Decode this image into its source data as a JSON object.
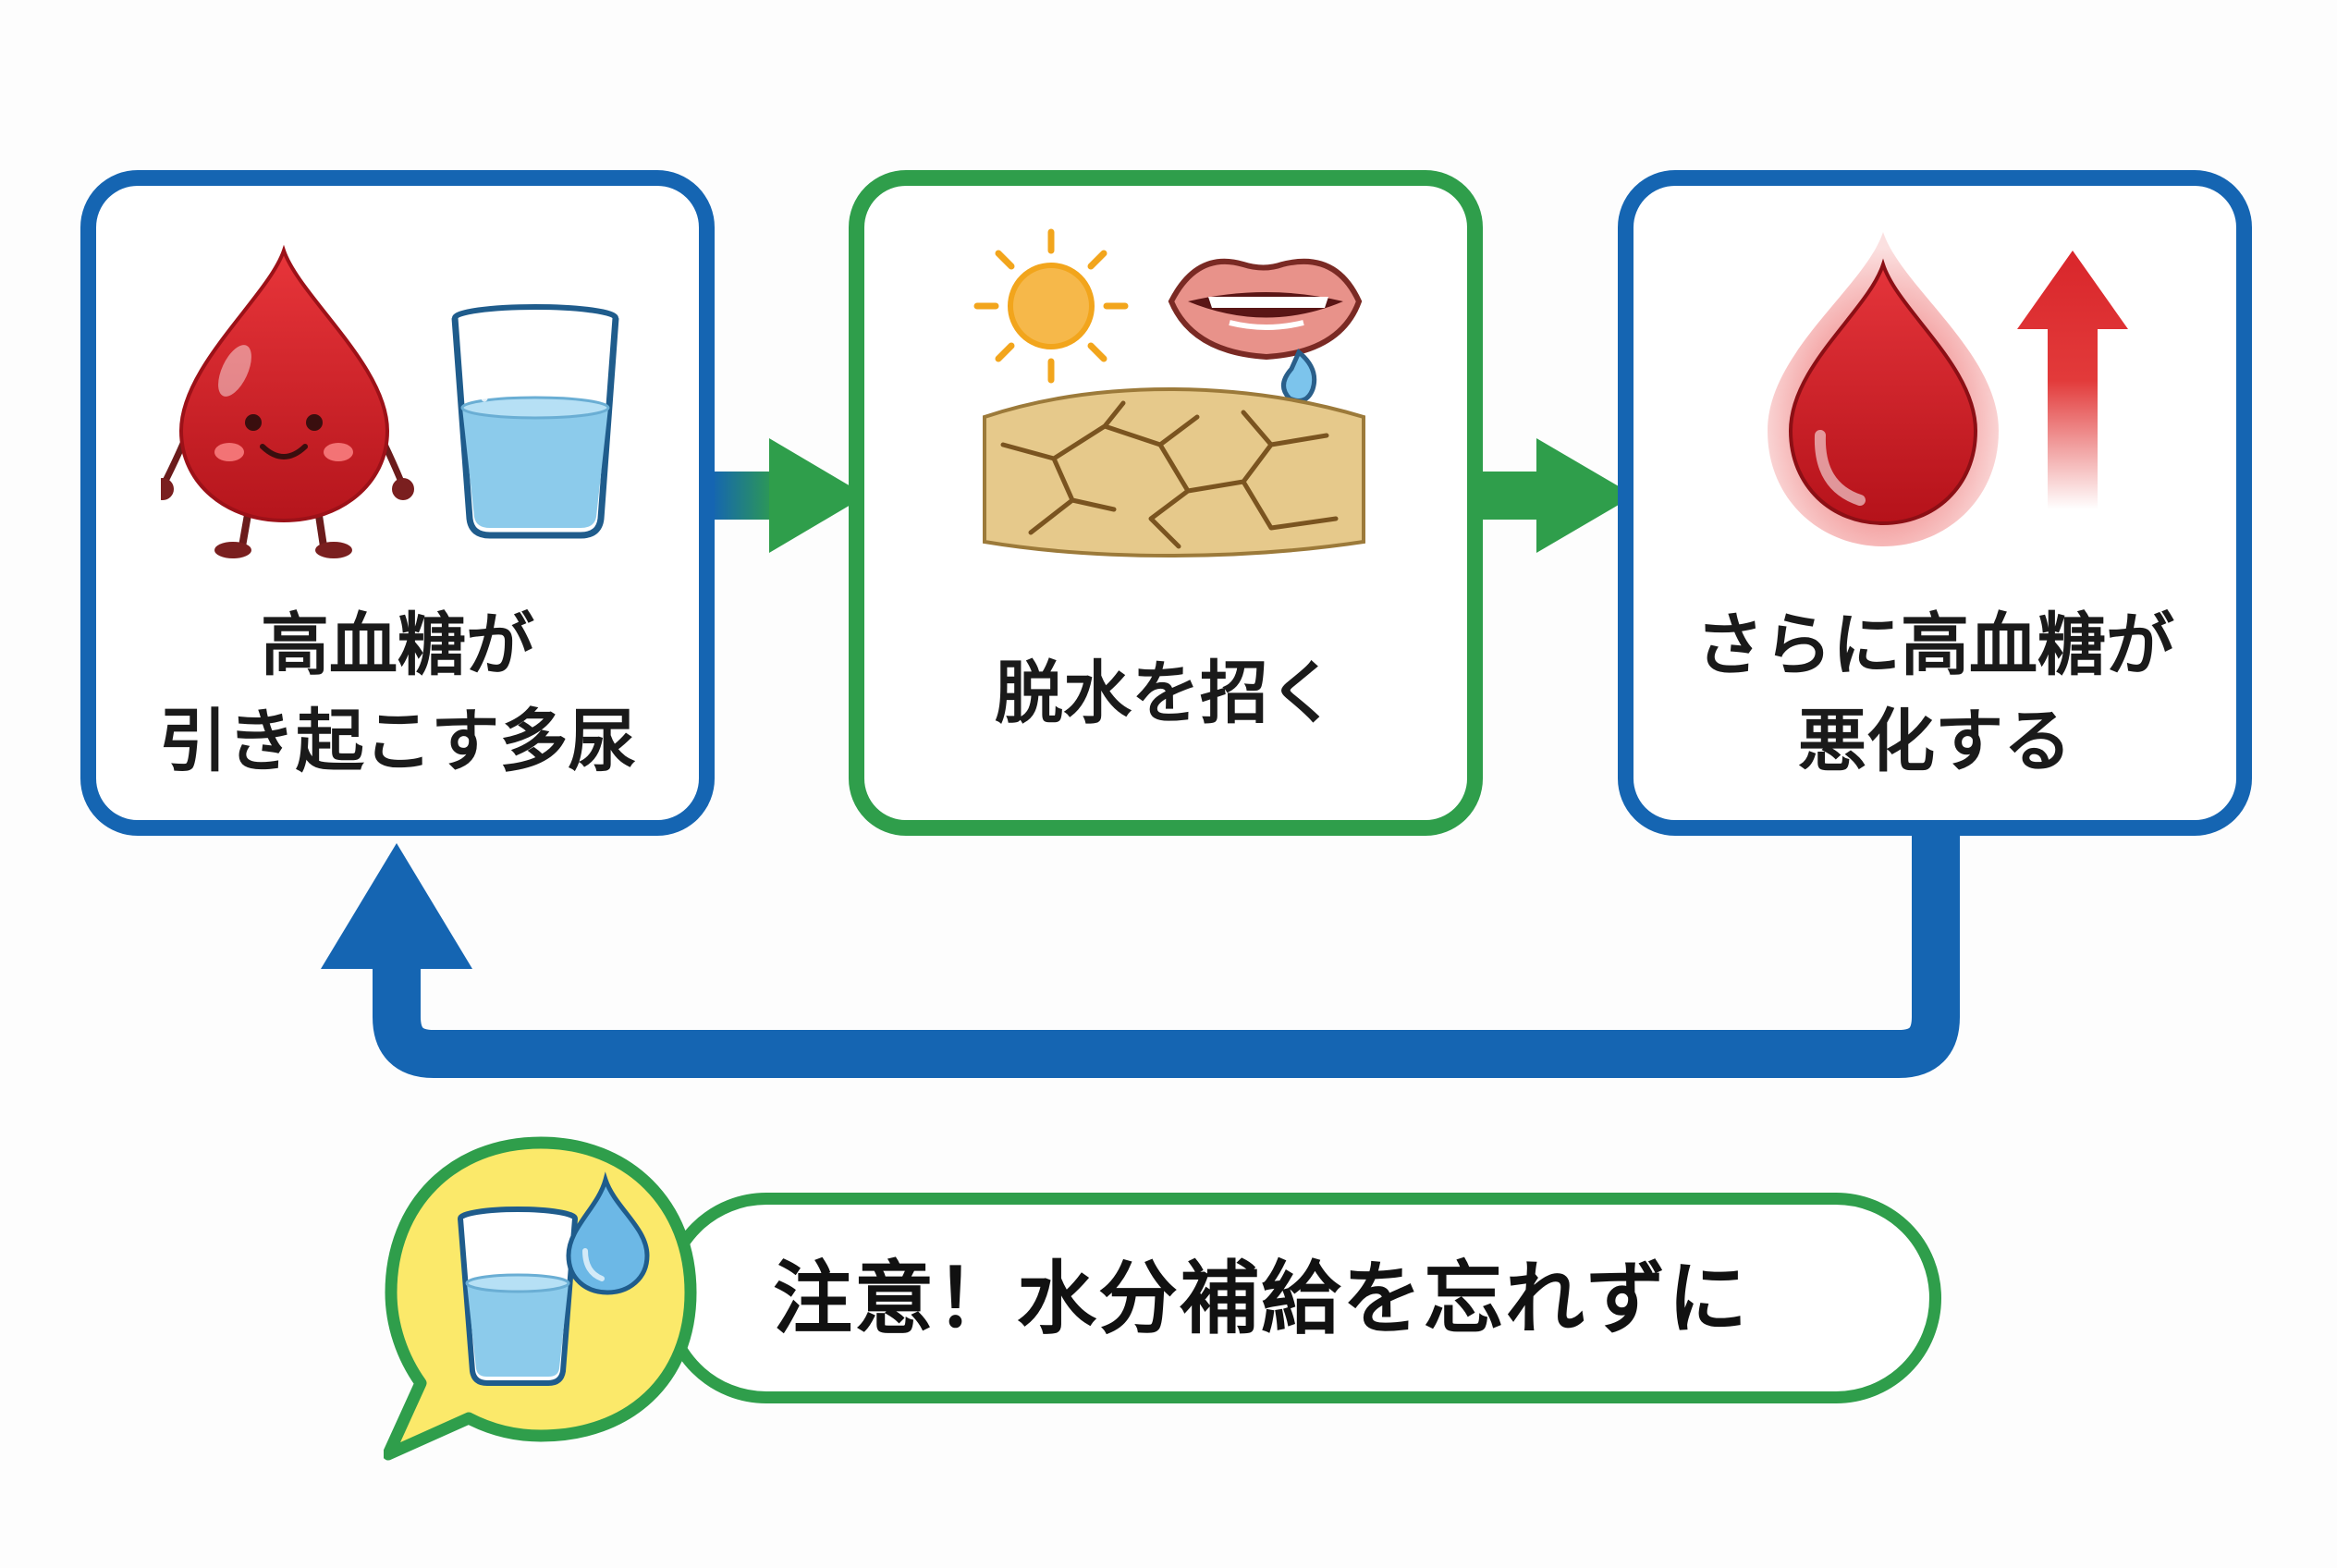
{
  "diagram": {
    "steps": [
      {
        "label": "高血糖が\n引き起こす多尿",
        "icons": [
          "smiling-blood-drop-icon",
          "water-glass-icon"
        ],
        "border_color": "#1565b2"
      },
      {
        "label": "脱水を招く",
        "icons": [
          "sun-icon",
          "dry-lips-icon",
          "cracked-ground-icon"
        ],
        "border_color": "#2f9e4b"
      },
      {
        "label": "さらに高血糖が\n悪化する",
        "icons": [
          "blood-drop-glow-icon",
          "up-arrow-icon"
        ],
        "border_color": "#1565b2"
      }
    ],
    "note": {
      "text": "注意！水分補給を忘れずに",
      "icon": "water-glass-with-drop-icon",
      "bubble_color": "#fbe96a",
      "border_color": "#2f9e4b"
    },
    "colors": {
      "blue": "#1565b2",
      "green": "#2f9e4b",
      "red": "#d9262b",
      "water": "#8ccbeb"
    }
  }
}
